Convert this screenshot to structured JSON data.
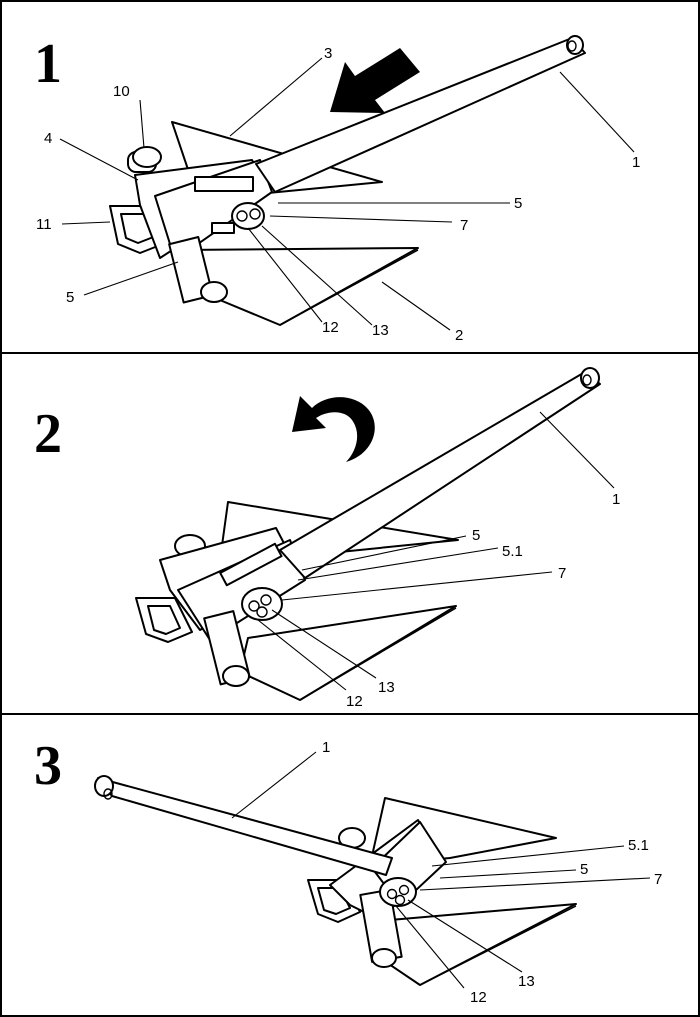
{
  "colors": {
    "ink": "#000000",
    "paper": "#ffffff"
  },
  "panels": [
    {
      "step": "1",
      "motion_icon": "arrow-push-icon",
      "callouts": [
        "1",
        "2",
        "3",
        "4",
        "5",
        "5",
        "7",
        "10",
        "11",
        "12",
        "13"
      ]
    },
    {
      "step": "2",
      "motion_icon": "arrow-rotate-ccw-icon",
      "callouts": [
        "1",
        "5",
        "5.1",
        "7",
        "12",
        "13"
      ]
    },
    {
      "step": "3",
      "motion_icon": "",
      "callouts": [
        "1",
        "5.1",
        "5",
        "7",
        "12",
        "13"
      ]
    }
  ]
}
